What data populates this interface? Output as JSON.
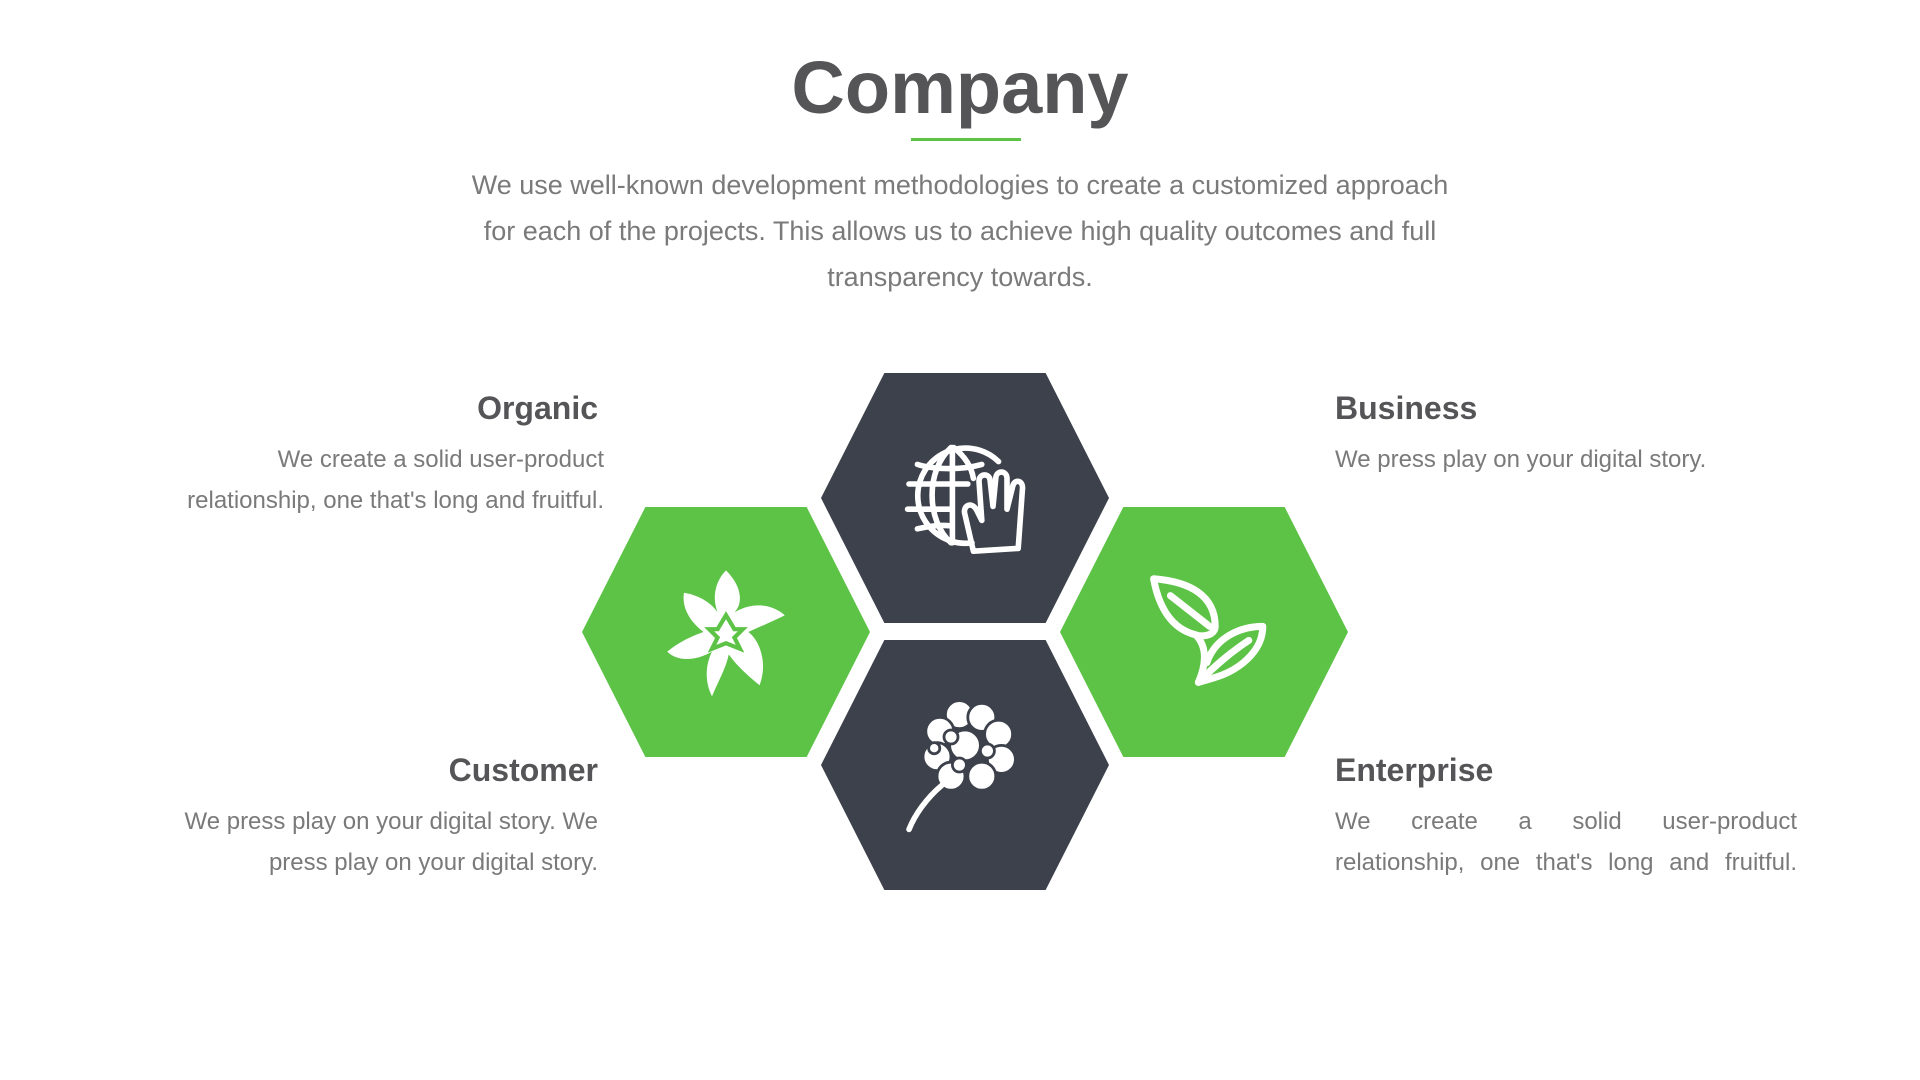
{
  "header": {
    "title": "Company",
    "intro": "We use well-known development methodologies to create a customized approach for each of the projects. This allows us to achieve high quality outcomes and full transparency towards."
  },
  "colors": {
    "accent": "#5cc346",
    "dark": "#3c414b"
  },
  "hexagons": [
    {
      "icon": "globe-hand-icon",
      "color": "dark"
    },
    {
      "icon": "flower-star-icon",
      "color": "green"
    },
    {
      "icon": "sprout-leaves-icon",
      "color": "green"
    },
    {
      "icon": "flower-bouquet-icon",
      "color": "dark"
    }
  ],
  "features": {
    "organic": {
      "title": "Organic",
      "text": "We create a solid user-product relationship, one that's long and fruitful."
    },
    "business": {
      "title": "Business",
      "text": "We press play on your digital story."
    },
    "customer": {
      "title": "Customer",
      "text": "We press play on your digital story. We press play on your digital story."
    },
    "enterprise": {
      "title": "Enterprise",
      "text": "We create a solid user-product relationship, one that's long and fruitful."
    }
  }
}
